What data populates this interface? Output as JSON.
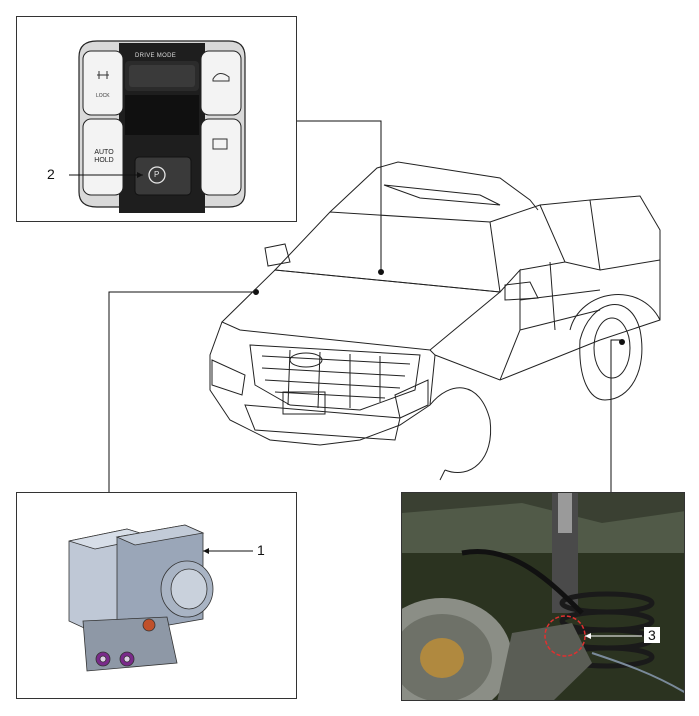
{
  "console": {
    "drive_mode_label": "DRIVE MODE",
    "lock_label": "LOCK",
    "auto_hold_label": "AUTO\nHOLD",
    "auto_label": "AUTO",
    "hold_label": "HOLD",
    "park_symbol": "P"
  },
  "callouts": {
    "parking_switch": "2",
    "abs_module": "1",
    "wheel_sensor": "3"
  },
  "colors": {
    "line": "#111111",
    "highlight_circle": "#e03030",
    "photo_bg": "#2b3320"
  }
}
